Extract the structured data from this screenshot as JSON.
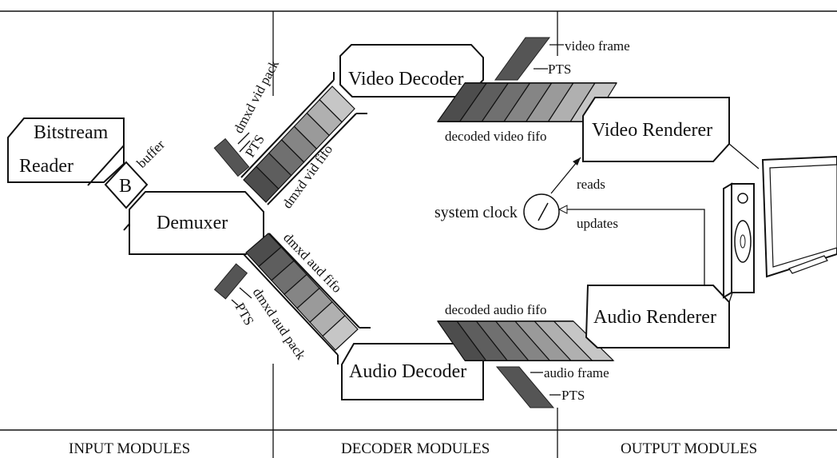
{
  "modules": {
    "bitstream_reader": [
      "Bitstream",
      "Reader"
    ],
    "buffer_box": "B",
    "demuxer": "Demuxer",
    "video_decoder": "Video Decoder",
    "audio_decoder": "Audio Decoder",
    "video_renderer": "Video Renderer",
    "audio_renderer": "Audio Renderer"
  },
  "labels": {
    "buffer": "buffer",
    "dmxd_vid_pack": "dmxd vid pack",
    "pts": "PTS",
    "dmxd_vid_fifo": "dmxd vid fifo",
    "dmxd_aud_fifo": "dmxd aud fifo",
    "dmxd_aud_pack": "dmxd aud pack",
    "video_frame": "video frame",
    "decoded_video_fifo": "decoded video fifo",
    "decoded_audio_fifo": "decoded audio fifo",
    "audio_frame": "audio frame",
    "system_clock": "system clock",
    "reads": "reads",
    "updates": "updates"
  },
  "footer": {
    "input": "INPUT MODULES",
    "decoder": "DECODER MODULES",
    "output": "OUTPUT MODULES"
  },
  "colors": {
    "fifo_shades": [
      "#4d4d4d",
      "#5e5e5e",
      "#707070",
      "#858585",
      "#9a9a9a",
      "#b0b0b0",
      "#c6c6c6"
    ],
    "pack": "#555555",
    "stroke": "#111111"
  }
}
